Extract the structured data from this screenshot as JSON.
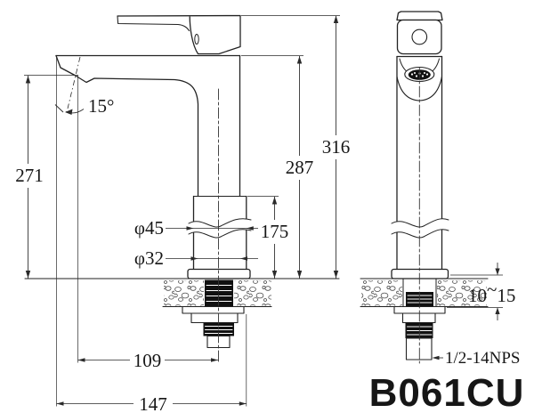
{
  "drawing": {
    "model": "B061CU",
    "dims": {
      "spout_angle": "15°",
      "outlet_height": "271",
      "body_height": "287",
      "total_height": "316",
      "base_diameter": "φ45",
      "shank_diameter": "φ32",
      "lower_section_height": "175",
      "spout_reach": "109",
      "total_depth": "147",
      "counter_thickness_min": "10",
      "counter_thickness_tilde": "~",
      "counter_thickness_max": "15",
      "thread_spec": "1/2-14NPS"
    },
    "colors": {
      "line": "#222222",
      "dark_fill": "#111111",
      "background": "#ffffff"
    }
  }
}
